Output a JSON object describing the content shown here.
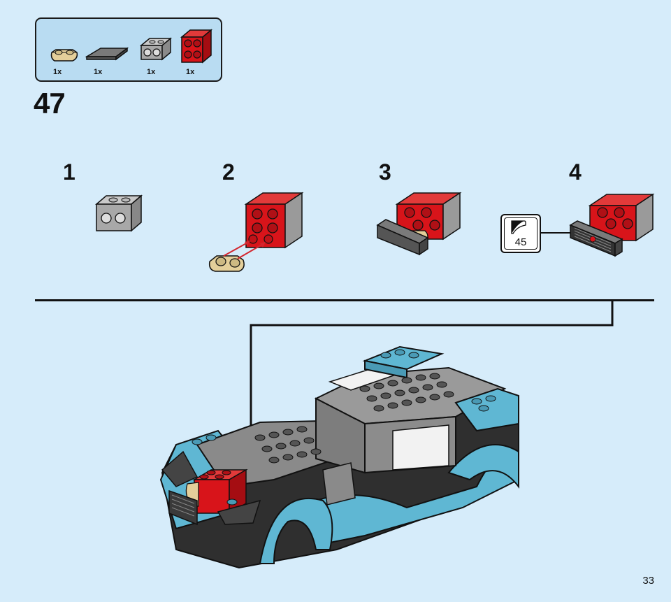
{
  "parts_list": {
    "items": [
      {
        "name": "tan-plate-1x2-two-studs",
        "color": "#e4cf9a",
        "qty": "1x"
      },
      {
        "name": "dark-grey-tile-1x4",
        "color": "#6b6b6b",
        "qty": "1x"
      },
      {
        "name": "grey-brick-1x2-studs-on-side",
        "color": "#a8a8a8",
        "qty": "1x"
      },
      {
        "name": "red-brick-2x2",
        "color": "#d8141a",
        "qty": "1x"
      }
    ]
  },
  "step": {
    "number": "47"
  },
  "substeps": [
    {
      "number": "1"
    },
    {
      "number": "2"
    },
    {
      "number": "3"
    },
    {
      "number": "4",
      "callout": {
        "ref_page": "45",
        "icon": "sticker-icon"
      }
    }
  ],
  "page": {
    "number": "33"
  },
  "colors": {
    "background": "#d6ecfa",
    "parts_box": "#b9dcf2",
    "car_body": "#5fb7d3",
    "red": "#d8141a",
    "tan": "#e4cf9a",
    "arrow": "#d4262e"
  }
}
